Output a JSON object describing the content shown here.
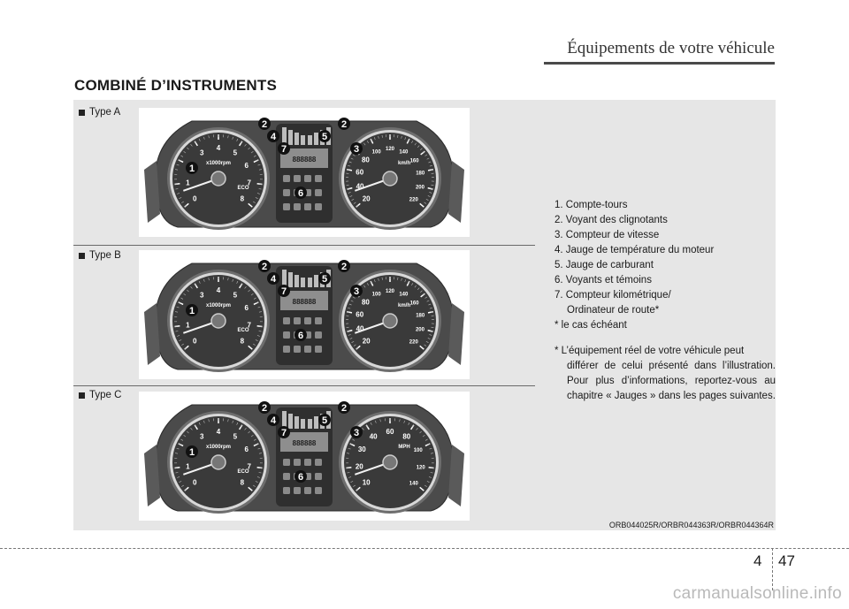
{
  "header": {
    "chapter_title": "Équipements de votre véhicule"
  },
  "section": {
    "title": "COMBINÉ D’INSTRUMENTS"
  },
  "figures": [
    {
      "type_label": "Type A"
    },
    {
      "type_label": "Type B"
    },
    {
      "type_label": "Type C"
    }
  ],
  "legend": {
    "items": [
      "1. Compte-tours",
      "2. Voyant des clignotants",
      "3. Compteur de vitesse",
      "4. Jauge de température du moteur",
      "5. Jauge de carburant",
      "6. Voyants et témoins",
      "7. Compteur kilométrique/"
    ],
    "item7_continued": "Ordinateur de route*",
    "footnote": "* le cas échéant",
    "note_line1": "* L’équipement réel de votre véhicule peut",
    "note_rest": "différer de celui présenté dans l’illustration. Pour plus d’informations, reportez-vous au chapitre « Jauges » dans les pages suivantes."
  },
  "figure_ref": "ORB044025R/ORBR044363R/ORBR044364R",
  "page": {
    "chapter": "4",
    "number": "47"
  },
  "watermark": "carmanualsonline.info",
  "cluster_labels": {
    "rpm_unit": "x1000rpm",
    "eco": "ECO",
    "kmh": "km/h",
    "mph": "MPH",
    "odometer": "888888",
    "rpm_ticks": [
      "0",
      "1",
      "2",
      "3",
      "4",
      "5",
      "6",
      "7",
      "8"
    ],
    "speed_ticks_a": [
      "20",
      "40",
      "60",
      "80",
      "100",
      "120",
      "140",
      "160",
      "180",
      "200",
      "220"
    ],
    "speed_ticks_c": [
      "10",
      "20",
      "30",
      "40",
      "60",
      "80",
      "100",
      "120",
      "140"
    ]
  },
  "markers": [
    "1",
    "2",
    "2",
    "3",
    "4",
    "5",
    "6",
    "7"
  ]
}
